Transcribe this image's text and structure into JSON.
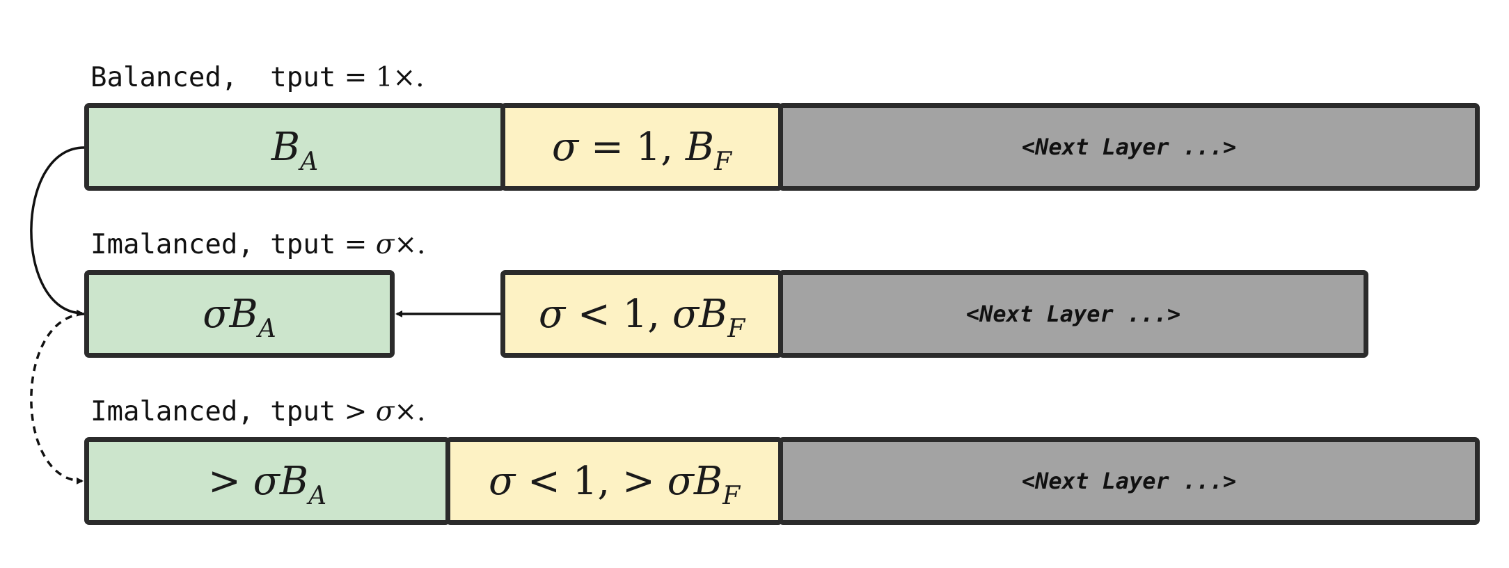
{
  "rows": [
    {
      "label_prefix": "Balanced,  tput",
      "label_op": " = ",
      "label_sigma": "",
      "label_suffix": "1×.",
      "box_a": {
        "pre": "",
        "sigma": "",
        "base": "B",
        "sub": "A"
      },
      "box_f": {
        "sigma": "σ",
        "rel": " = 1, ",
        "pre": "",
        "sigma2": "",
        "base": "B",
        "sub": "F"
      },
      "next": "<Next Layer ...>"
    },
    {
      "label_prefix": "Imalanced, tput",
      "label_op": " = ",
      "label_sigma": "σ",
      "label_suffix": "×.",
      "box_a": {
        "pre": "",
        "sigma": "σ",
        "base": "B",
        "sub": "A"
      },
      "box_f": {
        "sigma": "σ",
        "rel": " < 1, ",
        "pre": "",
        "sigma2": "σ",
        "base": "B",
        "sub": "F"
      },
      "next": "<Next Layer ...>"
    },
    {
      "label_prefix": "Imalanced, tput",
      "label_op": " > ",
      "label_sigma": "σ",
      "label_suffix": "×.",
      "box_a": {
        "pre": "> ",
        "sigma": "σ",
        "base": "B",
        "sub": "A"
      },
      "box_f": {
        "sigma": "σ",
        "rel": " < 1, ",
        "pre": "> ",
        "sigma2": "σ",
        "base": "B",
        "sub": "F"
      },
      "next": "<Next Layer ...>"
    }
  ],
  "colors": {
    "green": "#cce5cc",
    "yellow": "#fdf2c4",
    "gray": "#a3a3a3",
    "border": "#2b2b2b"
  }
}
